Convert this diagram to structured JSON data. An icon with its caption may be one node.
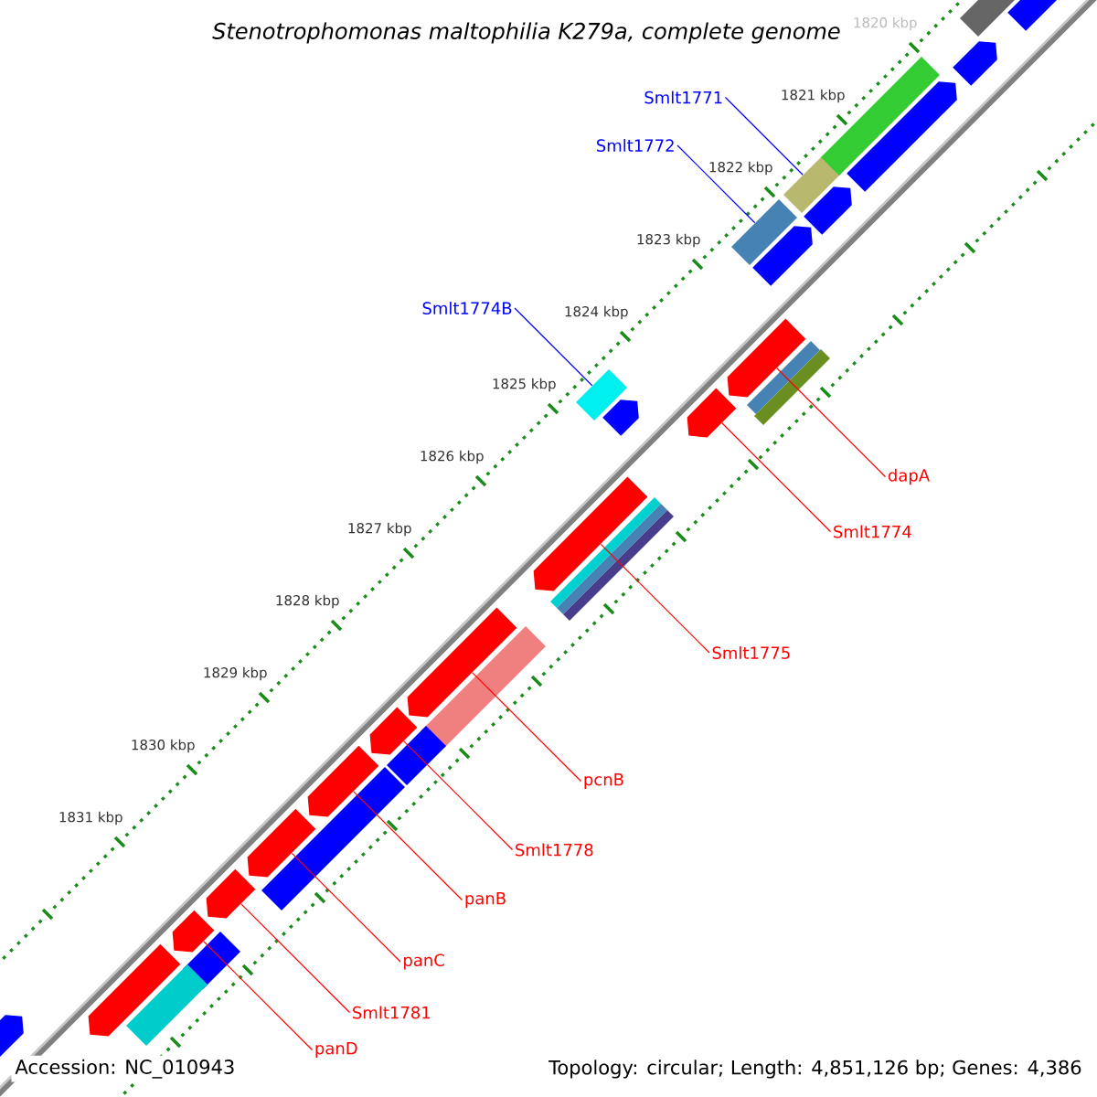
{
  "diagram": {
    "title": "Stenotrophomonas maltophilia K279a, complete genome",
    "nodes": [
      {
        "text": [
          "Smlt1771"
        ]
      },
      {
        "text": [
          "Smlt1772"
        ]
      },
      {
        "text": [
          "Smlt1774B"
        ]
      },
      {
        "text": [
          "dapA"
        ]
      },
      {
        "text": [
          "Smlt1774"
        ]
      },
      {
        "text": [
          "Smlt1775"
        ]
      },
      {
        "text": [
          "pcnB"
        ]
      },
      {
        "text": [
          "Smlt1778"
        ]
      },
      {
        "text": [
          "panB"
        ]
      },
      {
        "text": [
          "panC"
        ]
      },
      {
        "text": [
          "Smlt1781"
        ]
      },
      {
        "text": [
          "panD"
        ]
      },
      {
        "text": [],
        "shape": "bar"
      },
      {
        "text": [],
        "shape": "bar"
      },
      {
        "text": [],
        "shape": "bar"
      },
      {
        "text": [],
        "shape": "arrow"
      },
      {
        "text": [],
        "shape": "arrow"
      },
      {
        "text": [],
        "shape": "arrow"
      },
      {
        "text": [],
        "shape": "arrow"
      },
      {
        "text": [],
        "shape": "arrow"
      },
      {
        "text": [],
        "shape": "arrow"
      },
      {
        "text": [],
        "shape": "arrow"
      },
      {
        "text": [],
        "shape": "arrow"
      },
      {
        "text": [],
        "shape": "arrow"
      },
      {
        "text": [],
        "shape": "arrow"
      },
      {
        "text": [],
        "shape": "arrow"
      },
      {
        "text": [],
        "shape": "arrow"
      },
      {
        "text": [],
        "shape": "arrow"
      },
      {
        "text": [],
        "shape": "arrow"
      },
      {
        "text": [],
        "shape": "arrow"
      },
      {
        "text": [],
        "shape": "arrow"
      },
      {
        "text": [],
        "shape": "bar"
      },
      {
        "text": [],
        "shape": "bar"
      },
      {
        "text": [],
        "shape": "bar"
      },
      {
        "text": [],
        "shape": "bar"
      },
      {
        "text": [],
        "shape": "bar"
      },
      {
        "text": [],
        "shape": "bar"
      },
      {
        "text": [],
        "shape": "bar"
      },
      {
        "text": [],
        "shape": "bar"
      },
      {
        "text": [],
        "shape": "bar"
      },
      {
        "text": [],
        "shape": "bar"
      },
      {
        "text": [],
        "shape": "bar"
      },
      {
        "text": [],
        "shape": "bar"
      },
      {
        "text": [],
        "shape": "arrow"
      }
    ],
    "edges": [
      {
        "from": 0,
        "to": 12,
        "arrow": "none",
        "color": "#0000ff"
      },
      {
        "from": 1,
        "to": 13,
        "arrow": "none",
        "color": "#0000ff"
      },
      {
        "from": 2,
        "to": 14,
        "arrow": "none",
        "color": "#0000ff"
      },
      {
        "from": 3,
        "to": 15,
        "arrow": "none"
      },
      {
        "from": 4,
        "to": 16,
        "arrow": "none"
      },
      {
        "from": 5,
        "to": 17,
        "arrow": "none"
      },
      {
        "from": 6,
        "to": 18,
        "arrow": "none"
      },
      {
        "from": 7,
        "to": 19,
        "arrow": "none"
      },
      {
        "from": 8,
        "to": 20,
        "arrow": "none"
      },
      {
        "from": 9,
        "to": 21,
        "arrow": "none"
      },
      {
        "from": 10,
        "to": 22,
        "arrow": "none"
      },
      {
        "from": 11,
        "to": 23,
        "arrow": "none"
      }
    ],
    "labels": [
      "1820 kbp",
      "1821 kbp",
      "1822 kbp",
      "1823 kbp",
      "1824 kbp",
      "1825 kbp",
      "1826 kbp",
      "1827 kbp",
      "1828 kbp",
      "1829 kbp",
      "1830 kbp",
      "1831 kbp",
      "Accession: NC_010943",
      "Topology: circular; Length: 4,851,126 bp; Genes: 4,386"
    ]
  }
}
